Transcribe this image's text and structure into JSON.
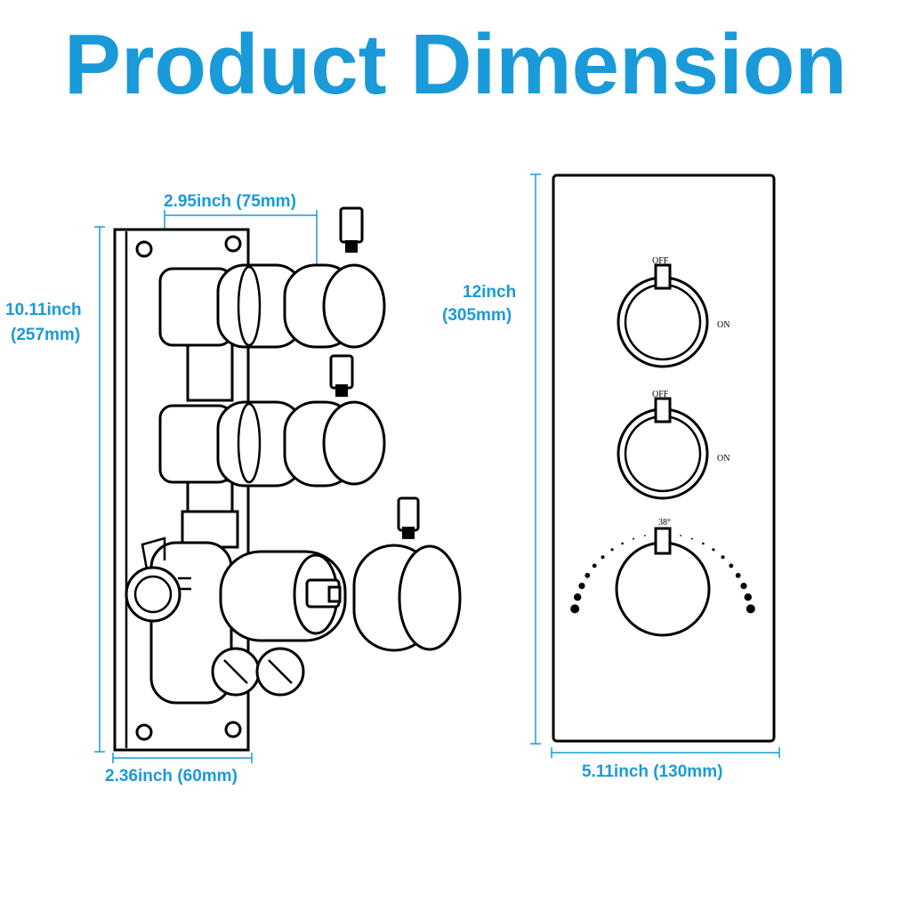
{
  "title": "Product Dimension",
  "colors": {
    "accent": "#1a9ad9",
    "line": "#000000"
  },
  "valve_body": {
    "width_label": "2.95inch (75mm)",
    "height_label_line1": "10.11inch",
    "height_label_line2": "(257mm)",
    "depth_label": "2.36inch (60mm)"
  },
  "cover_plate": {
    "height_label_line1": "12inch",
    "height_label_line2": "(305mm)",
    "width_label": "5.11inch (130mm)",
    "knob1": {
      "off_label": "OFF",
      "on_label": "ON"
    },
    "knob2": {
      "off_label": "OFF",
      "on_label": "ON"
    },
    "thermostat": {
      "temp_label": "38°"
    }
  }
}
